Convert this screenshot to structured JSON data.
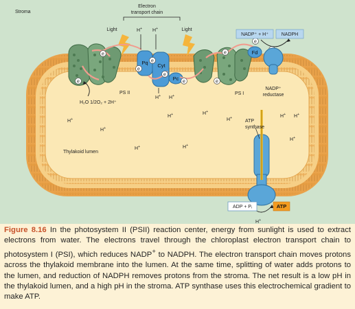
{
  "diagram": {
    "stroma_label": "Stroma",
    "etc_label_line1": "Electron",
    "etc_label_line2": "transport chain",
    "light_left": "Light",
    "light_right": "Light",
    "h_plus": "H",
    "plus_sign": "+",
    "pq_label": "Pq",
    "cyt_label": "Cyt",
    "pc_label": "Pc",
    "fd_label": "Fd",
    "electron": "e",
    "electron_minus": "−",
    "psii_label": "PS II",
    "psi_label": "PS I",
    "water_label": "H₂O  1/2O₂ + 2H⁺",
    "nadp_h_label": "NADP⁺ + H⁺",
    "nadph_label": "NADPH",
    "nadp_reductase_line1": "NADP⁺",
    "nadp_reductase_line2": "reductase",
    "atp_synthase_line1": "ATP",
    "atp_synthase_line2": "synthase",
    "lumen_label": "Thylakoid lumen",
    "adp_label": "ADP + Pᵢ",
    "atp_label": "ATP",
    "colors": {
      "stroma_bg": "#cfe3cd",
      "lumen": "#fbe8b5",
      "membrane": "#e9a24a",
      "psii": "#6e9a72",
      "cyt": "#4c9bd6",
      "synthase": "#5aa6d8",
      "caption_accent": "#c7522a",
      "atp_tag": "#f39b1f"
    }
  },
  "caption": {
    "figure_label": "Figure 8.16",
    "seg1": " In the photosystem II (PSII) reaction center, energy from sunlight is used to extract electrons from water. The electrons travel through the chloroplast electron transport chain to photosystem I (PSI), which reduces NADP",
    "sup": "+",
    "seg2": " to NADPH. The electron transport chain moves protons across the thylakoid membrane into the lumen. At the same time, splitting of water adds protons to the lumen, and reduction of NADPH removes protons from the stroma. The net result is a low pH in the thylakoid lumen, and a high pH in the stroma. ATP synthase uses this electrochemical gradient to make ATP."
  }
}
